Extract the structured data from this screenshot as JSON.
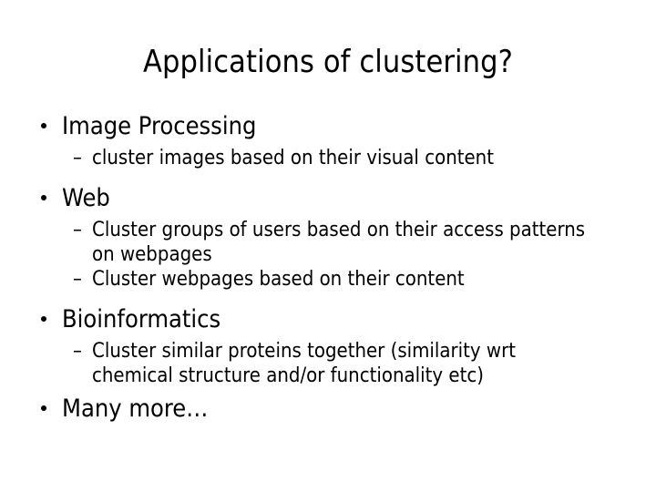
{
  "slide": {
    "title": "Applications of clustering?",
    "background_color": "#ffffff",
    "text_color": "#000000",
    "bullet_glyph": "•",
    "subbullet_glyph": "–",
    "groups": [
      {
        "heading": "Image Processing",
        "items": [
          "cluster images based on their visual content"
        ]
      },
      {
        "heading": "Web",
        "items": [
          "Cluster groups of users based on their access patterns on webpages",
          "Cluster webpages based on their content"
        ]
      },
      {
        "heading": "Bioinformatics",
        "items": [
          "Cluster similar proteins together (similarity wrt chemical structure and/or functionality etc)"
        ]
      },
      {
        "heading": "Many more…",
        "items": []
      }
    ]
  }
}
